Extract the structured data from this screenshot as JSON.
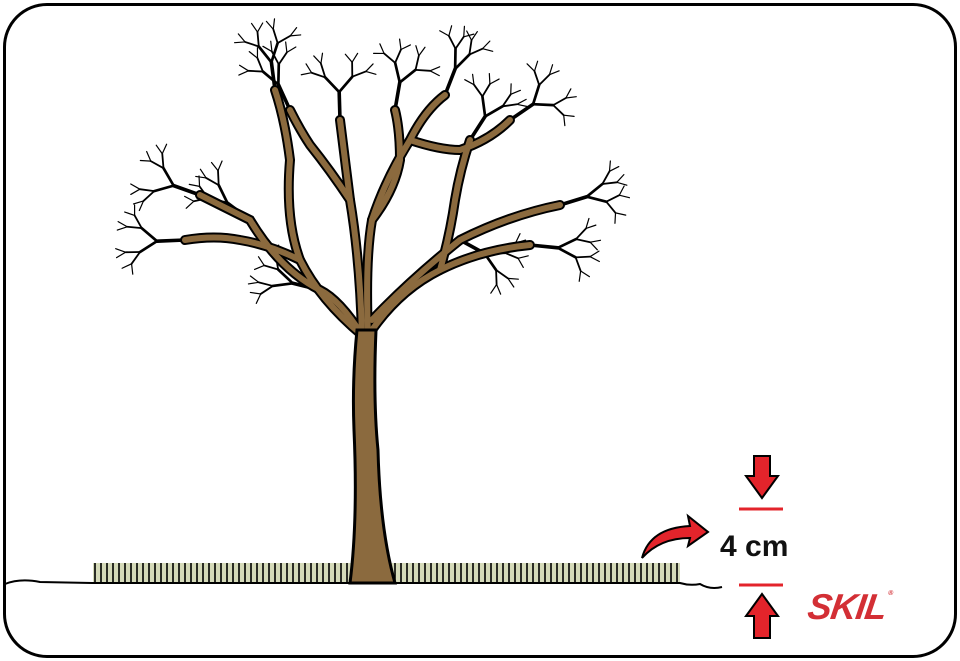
{
  "illustration": {
    "subject": "tree-with-mowed-grass",
    "measurement_label": "4 cm",
    "brand_logo": "SKIL",
    "colors": {
      "trunk": "#8b6a3e",
      "grass": "#d5dab9",
      "accent_red": "#e3242b",
      "logo_red": "#d32f35",
      "outline": "#000000"
    }
  }
}
